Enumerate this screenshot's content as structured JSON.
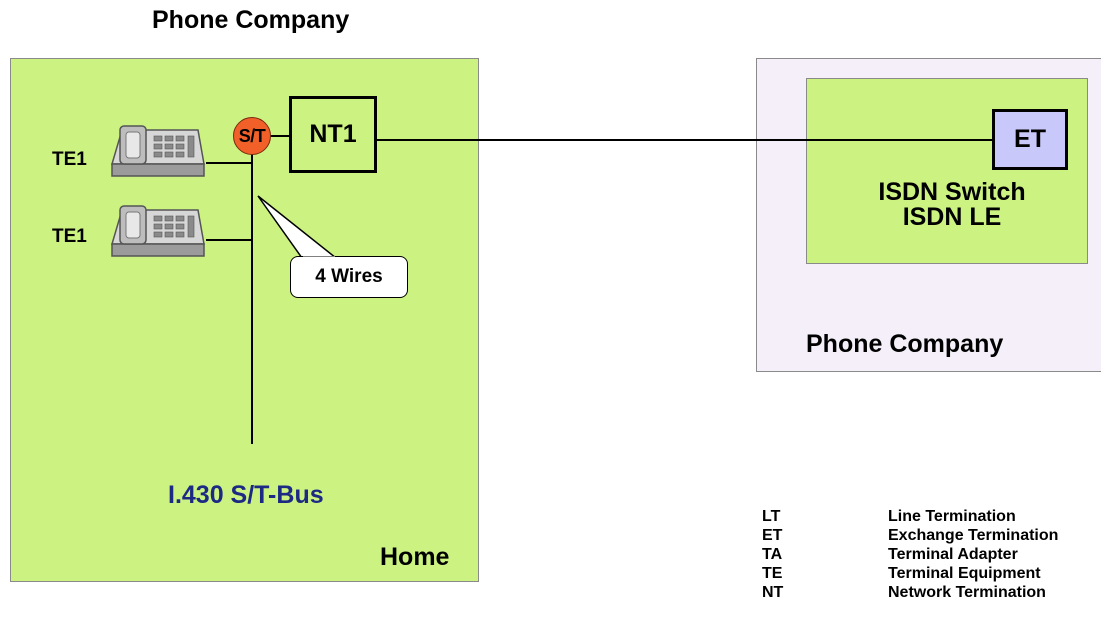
{
  "top_title": "Phone Company",
  "home": {
    "label": "Home",
    "bus_label": "I.430 S/T-Bus",
    "terminals": [
      {
        "label": "TE1",
        "icon": "telephone-icon"
      },
      {
        "label": "TE1",
        "icon": "telephone-icon"
      }
    ],
    "st_point": "S/T",
    "nt1": "NT1",
    "callout": "4 Wires"
  },
  "phone_company": {
    "label": "Phone Company",
    "switch_line1": "ISDN Switch",
    "switch_line2": "ISDN LE",
    "et": "ET"
  },
  "legend": [
    {
      "abbr": "LT",
      "meaning": "Line Termination"
    },
    {
      "abbr": "ET",
      "meaning": "Exchange Termination"
    },
    {
      "abbr": "TA",
      "meaning": "Terminal Adapter"
    },
    {
      "abbr": "TE",
      "meaning": "Terminal Equipment"
    },
    {
      "abbr": "NT",
      "meaning": "Network Termination"
    }
  ],
  "colors": {
    "green_box": "#ccf282",
    "lavender_box": "#f4eff8",
    "et_fill": "#c8c8fa",
    "st_fill": "#f06028",
    "bus_label": "#1c2a84"
  }
}
